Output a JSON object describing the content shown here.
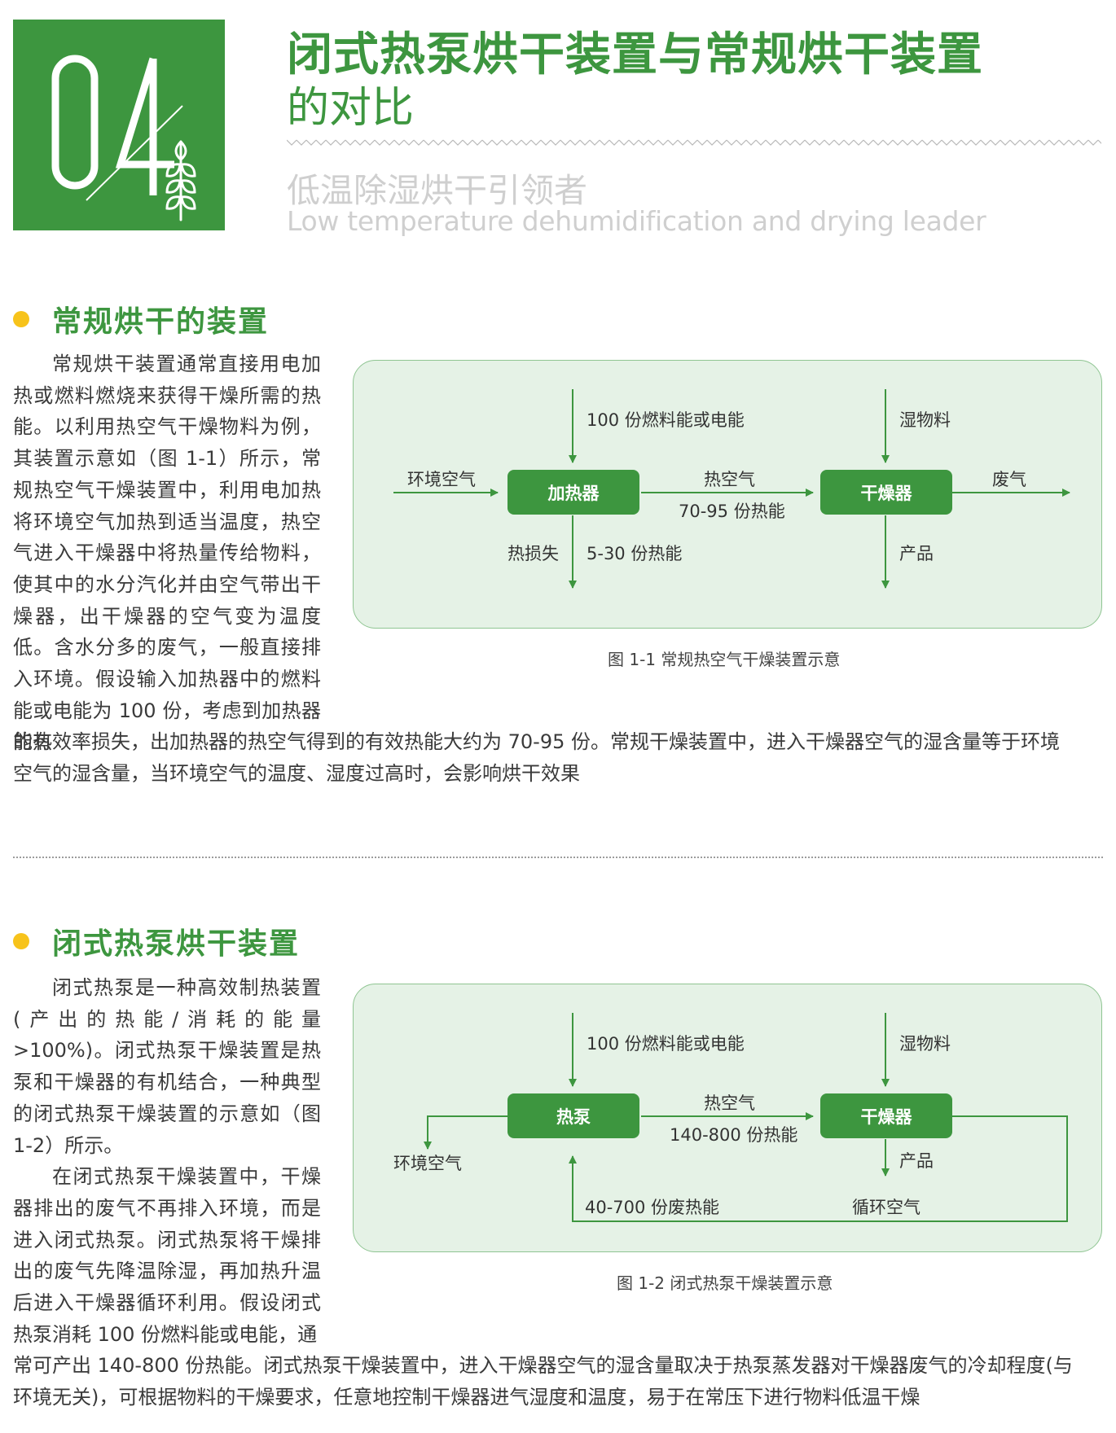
{
  "header": {
    "number": "04",
    "title_line1": "闭式热泵烘干装置与常规烘干装置",
    "title_line2": "的对比",
    "subtitle_cn": "低温除湿烘干引领者",
    "subtitle_en": "Low temperature dehumidification and drying leader"
  },
  "section1": {
    "title": "常规烘干的装置",
    "para_wrapped": "常规烘干装置通常直接用电加热或燃料燃烧来获得干燥所需的热能。以利用热空气干燥物料为例，其装置示意如（图 1-1）所示，常规热空气干燥装置中，利用电加热将环境空气加热到适当温度，热空气进入干燥器中将热量传给物料，使其中的水分汽化并由空气带出干燥器，出干燥器的空气变为温度低。含水分多的废气，一般直接排入环境。假设输入加热器中的燃料能或电能为 100 份，考虑到加热器的热",
    "para_full_line1": "能有效率损失，出加热器的热空气得到的有效热能大约为 70-95 份。常规干燥装置中，进入干燥器空气的湿含量等于环境",
    "para_full_line2": "空气的湿含量，当环境空气的温度、湿度过高时，会影响烘干效果",
    "diagram": {
      "box_heater": "加热器",
      "box_dryer": "干燥器",
      "label_fuel": "100 份燃料能或电能",
      "label_wet": "湿物料",
      "label_ambient": "环境空气",
      "label_hot_air": "热空气",
      "label_hot_value": "70-95 份热能",
      "label_exhaust": "废气",
      "label_loss": "热损失",
      "label_loss_value": "5-30 份热能",
      "label_product": "产品",
      "caption": "图 1-1 常规热空气干燥装置示意"
    }
  },
  "section2": {
    "title": "闭式热泵烘干装置",
    "para1": "闭式热泵是一种高效制热装置(产出的热能/消耗的能量>100%)。闭式热泵干燥装置是热泵和干燥器的有机结合，一种典型的闭式热泵干燥装置的示意如（图 1-2）所示。",
    "para2": "在闭式热泵干燥装置中，干燥器排出的废气不再排入环境，而是进入闭式热泵。闭式热泵将干燥排出的废气先降温除湿，再加热升温后进入干燥器循环利用。假设闭式热泵消耗 100 份燃料能或电能，通",
    "para_full_line1": "常可产出 140-800 份热能。闭式热泵干燥装置中，进入干燥器空气的湿含量取决于热泵蒸发器对干燥器废气的冷却程度(与",
    "para_full_line2": "环境无关)，可根据物料的干燥要求，任意地控制干燥器进气湿度和温度，易于在常压下进行物料低温干燥",
    "diagram": {
      "box_heatpump": "热泵",
      "box_dryer": "干燥器",
      "label_fuel": "100 份燃料能或电能",
      "label_wet": "湿物料",
      "label_ambient": "环境空气",
      "label_hot_air": "热空气",
      "label_hot_value": "140-800 份热能",
      "label_product": "产品",
      "label_waste_heat": "40-700 份废热能",
      "label_recycle": "循环空气",
      "caption": "图 1-2 闭式热泵干燥装置示意"
    }
  },
  "colors": {
    "brand_green": "#3d963f",
    "panel_bg": "#e5f2e6",
    "bullet_yellow": "#f7c31b",
    "subtitle_gray": "#cfcfcf"
  }
}
